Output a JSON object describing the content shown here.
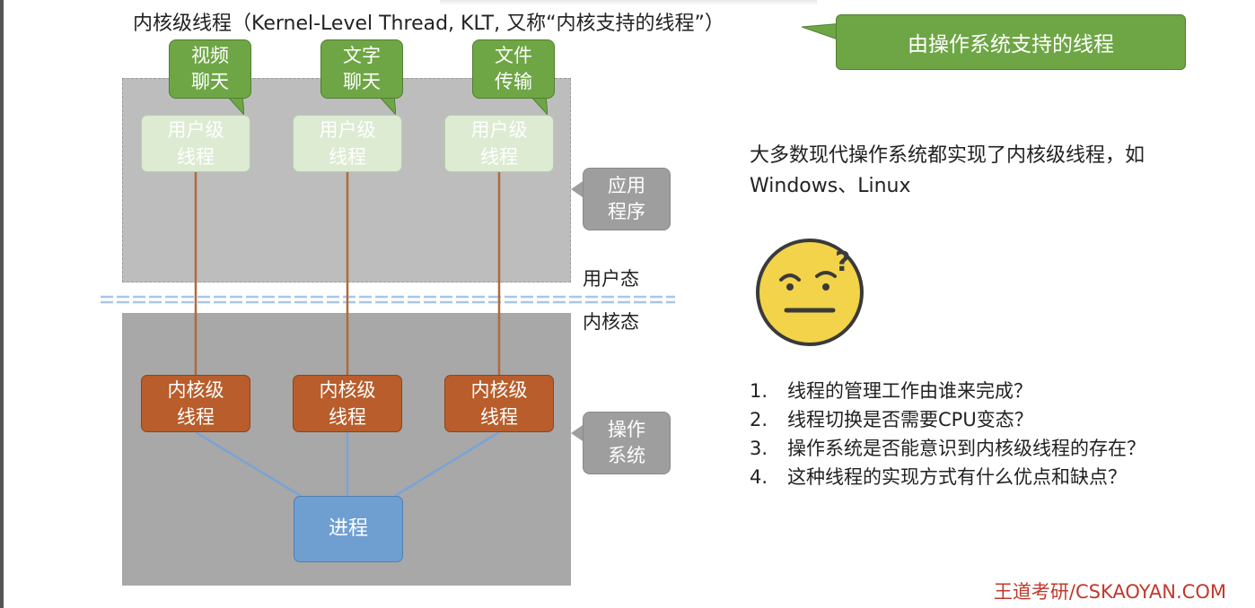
{
  "title": "内核级线程（Kernel-Level Thread, KLT, 又称“内核支持的线程”）",
  "callout_main": "由操作系统支持的线程",
  "apps": [
    {
      "l1": "视频",
      "l2": "聊天"
    },
    {
      "l1": "文字",
      "l2": "聊天"
    },
    {
      "l1": "文件",
      "l2": "传输"
    }
  ],
  "user_threads": [
    {
      "l1": "用户级",
      "l2": "线程"
    },
    {
      "l1": "用户级",
      "l2": "线程"
    },
    {
      "l1": "用户级",
      "l2": "线程"
    }
  ],
  "kernel_threads": [
    {
      "l1": "内核级",
      "l2": "线程"
    },
    {
      "l1": "内核级",
      "l2": "线程"
    },
    {
      "l1": "内核级",
      "l2": "线程"
    }
  ],
  "process": "进程",
  "side_tags": {
    "app": {
      "l1": "应用",
      "l2": "程序"
    },
    "os": {
      "l1": "操作",
      "l2": "系统"
    }
  },
  "modes": {
    "user": "用户态",
    "kernel": "内核态"
  },
  "intro": {
    "line1": "大多数现代操作系统都实现了内核级线程，如",
    "line2": "Windows、Linux"
  },
  "questions": [
    {
      "num": "1.",
      "text": "线程的管理工作由谁来完成？"
    },
    {
      "num": "2.",
      "text": "线程切换是否需要CPU变态？"
    },
    {
      "num": "3.",
      "text": "操作系统是否能意识到内核级线程的存在？"
    },
    {
      "num": "4.",
      "text": "这种线程的实现方式有什么优点和缺点？"
    }
  ],
  "brand": "王道考研/CSKAOYAN.COM",
  "icons": {
    "thinking_face": "thinking-face-icon"
  },
  "colors": {
    "green": "#6ea645",
    "kernel_thread": "#b85d2b",
    "process": "#6f9fd1",
    "user_link": "#b06a3c",
    "kernel_link": "#7aa3d6",
    "divider": "#a9c6e6"
  }
}
